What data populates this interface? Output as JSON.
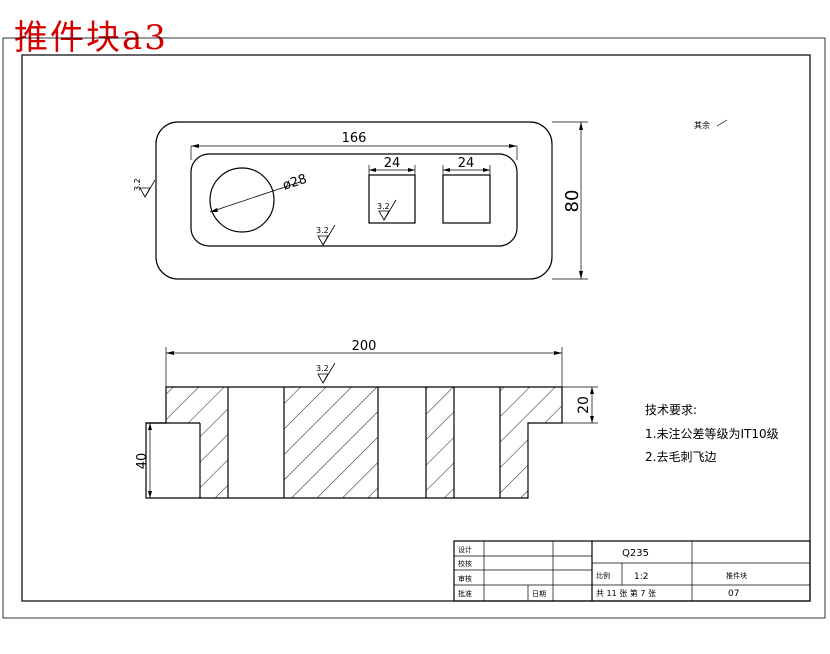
{
  "title": "推件块a3",
  "top_view": {
    "dim_length": "166",
    "dim_pocket1": "24",
    "dim_pocket2": "24",
    "dim_height": "80",
    "dim_hole": "ø28",
    "roughness": "3.2"
  },
  "front_view": {
    "dim_width": "200",
    "dim_top_thick": "20",
    "dim_height": "40",
    "roughness": "3.2"
  },
  "remaining_note": "其余",
  "tech_req": {
    "heading": "技术要求:",
    "item1": "1.未注公差等级为IT10级",
    "item2": "2.去毛刺飞边"
  },
  "title_block": {
    "design": "设计",
    "check": "校核",
    "review": "审核",
    "approve": "批准",
    "date": "日期",
    "material": "Q235",
    "scale_label": "比例",
    "scale": "1:2",
    "part_name": "推件块",
    "sheet_total": "共 11 张 第 7 张",
    "drawing_no": "07"
  }
}
